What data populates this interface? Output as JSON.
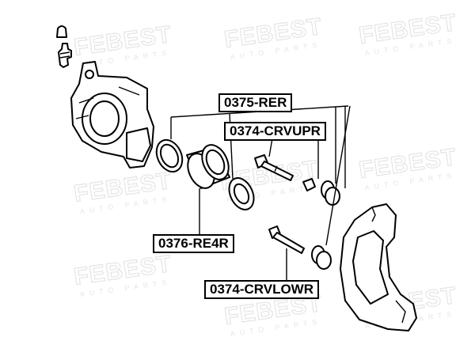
{
  "watermark": {
    "brand": "FEBEST",
    "subtitle": "AUTO PARTS"
  },
  "labels": {
    "kit_main": "0375-RER",
    "guide_pin_upper": "0374-CRVUPR",
    "piston": "0376-RE4R",
    "guide_pin_lower": "0374-CRVLOWR"
  },
  "colors": {
    "line": "#000000",
    "watermark": "#e3e3e3",
    "background": "#ffffff"
  }
}
